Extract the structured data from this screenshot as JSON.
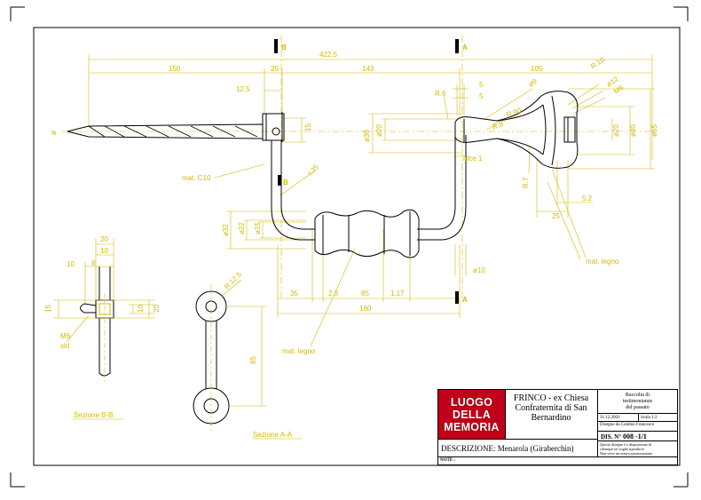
{
  "title_block": {
    "logo_lines": [
      "LUOGO",
      "DELLA",
      "MEMORIA"
    ],
    "place_lines": [
      "FRINCO - ex Chiesa",
      "Confraternita di San",
      "Bernardino"
    ],
    "collection_lines": [
      "Raccolta di",
      "testimonianze",
      "del passato"
    ],
    "date": "31.12.2003",
    "scale": "Scala 1:2",
    "author": "Disegno da Cantino Francesco",
    "description_label": "DESCRIZIONE:",
    "description": "Menarola (Giraberchin)",
    "drawing_label": "DIS. N°",
    "drawing_number": "008 -1/1",
    "rights_lines": [
      "Questo disegno è a disposizione di",
      "chiunque ne voglia riprodurre.",
      "Non serve un nostra autorizzazione."
    ],
    "note_label": "NOTE :"
  },
  "dims": {
    "d_4225": "422.5",
    "d_150": "150",
    "d_25": "25",
    "d_143": "143",
    "d_105": "105",
    "d_125": "12.5",
    "d_15": "15",
    "d_r6": "R.6",
    "d_5a": "5",
    "d_5b": "5",
    "d_phi9": "ø9",
    "d_r10": "R.10",
    "d_phi12": "ø12",
    "d_m6": "M6",
    "d_r90": "R.90",
    "d_r8": "R.8",
    "d_phi20a": "ø20",
    "d_phi30": "ø30",
    "d_phi20b": "ø20",
    "d_phi40": "ø40",
    "d_phi65": "ø65",
    "d_r7": "R.7",
    "d_52": "5.2",
    "d_25b": "25",
    "d_luce": "luce 1",
    "d_r35": "r.35",
    "d_phi32": "ø32",
    "d_phi22": "ø22",
    "d_phi15": "ø15",
    "d_35": "35",
    "d_23": "2.3",
    "d_85": "85",
    "d_117": "1.17",
    "d_160": "160",
    "d_phi10": "ø10",
    "d_phi": "ø",
    "d_r125": "R.12.5",
    "d_85b": "85",
    "s_20": "20",
    "s_10a": "10",
    "s_10b": "10",
    "s_8": "8",
    "s_15": "15",
    "s_10c": "10",
    "s_20b": "20"
  },
  "labels": {
    "mat_c10": "mat. C10",
    "mat_legno1": "mat. legno",
    "mat_legno2": "mat. legno",
    "m6_sld_1": "M6",
    "m6_sld_2": "sld",
    "sezione_bb": "Sezione B-B",
    "sezione_aa": "Sezione A-A",
    "mark_b_top": "B",
    "mark_a_top": "A",
    "mark_b_mid": "B",
    "mark_a_bot": "A"
  }
}
